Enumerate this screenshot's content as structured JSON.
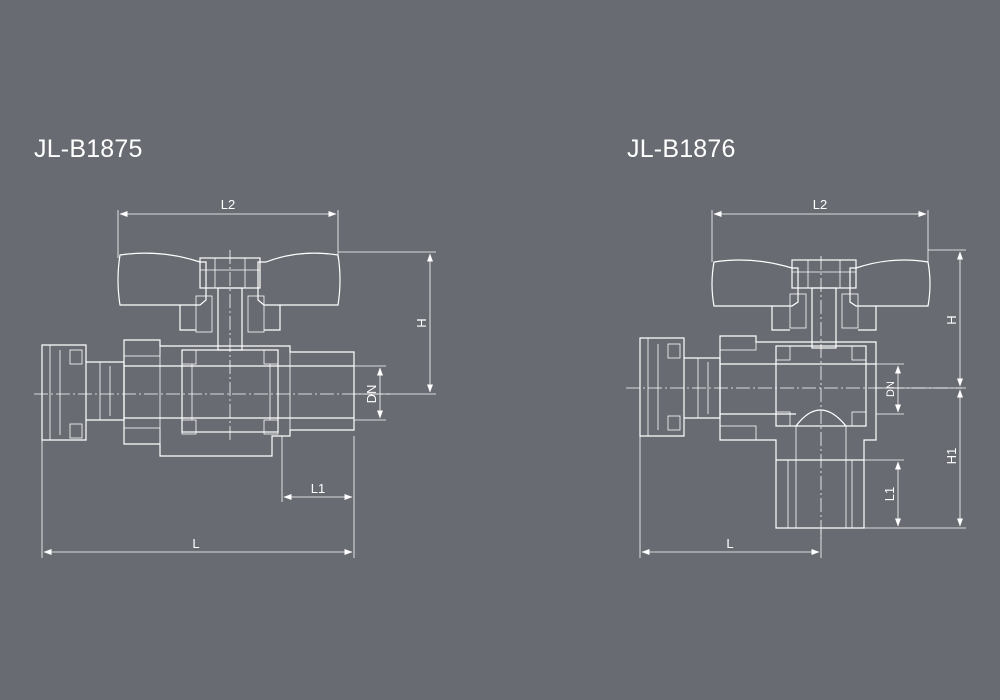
{
  "models": [
    {
      "title": "JL-B1875",
      "dims": {
        "l2": "L2",
        "h": "H",
        "dn": "DN",
        "l1": "L1",
        "l": "L"
      }
    },
    {
      "title": "JL-B1876",
      "dims": {
        "l2": "L2",
        "h": "H",
        "dn": "DN",
        "h1": "H1",
        "l1": "L1",
        "l": "L"
      }
    }
  ],
  "colors": {
    "background": "#686b72",
    "line": "#ffffff",
    "handle_fill": "#808389"
  }
}
